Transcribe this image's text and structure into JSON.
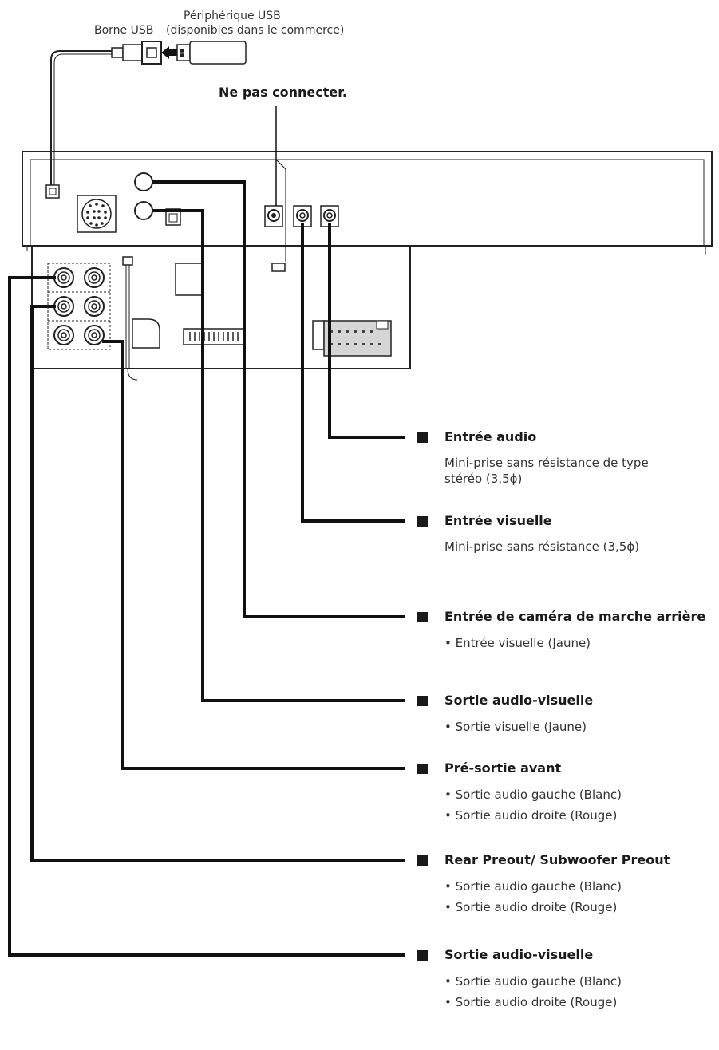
{
  "usb": {
    "terminal_label": "Borne USB",
    "device_label_1": "Périphérique USB",
    "device_label_2": "(disponibles dans le commerce)"
  },
  "no_connect": "Ne pas connecter.",
  "connections": [
    {
      "title": "Entrée audio",
      "details": [
        "Mini-prise sans résistance de type",
        "stéréo (3,5ϕ)"
      ]
    },
    {
      "title": "Entrée visuelle",
      "details": [
        "Mini-prise sans résistance (3,5ϕ)"
      ]
    },
    {
      "title": "Entrée de caméra de marche arrière",
      "details": [
        "• Entrée visuelle (Jaune)"
      ]
    },
    {
      "title": "Sortie audio-visuelle",
      "details": [
        "• Sortie visuelle (Jaune)"
      ]
    },
    {
      "title": "Pré-sortie avant",
      "details": [
        "• Sortie audio gauche (Blanc)",
        "• Sortie audio droite (Rouge)"
      ]
    },
    {
      "title": "Rear Preout/ Subwoofer Preout",
      "details": [
        "• Sortie audio gauche (Blanc)",
        "• Sortie audio droite (Rouge)"
      ]
    },
    {
      "title": "Sortie audio-visuelle",
      "details": [
        "• Sortie audio gauche (Blanc)",
        "• Sortie audio droite (Rouge)"
      ]
    }
  ]
}
